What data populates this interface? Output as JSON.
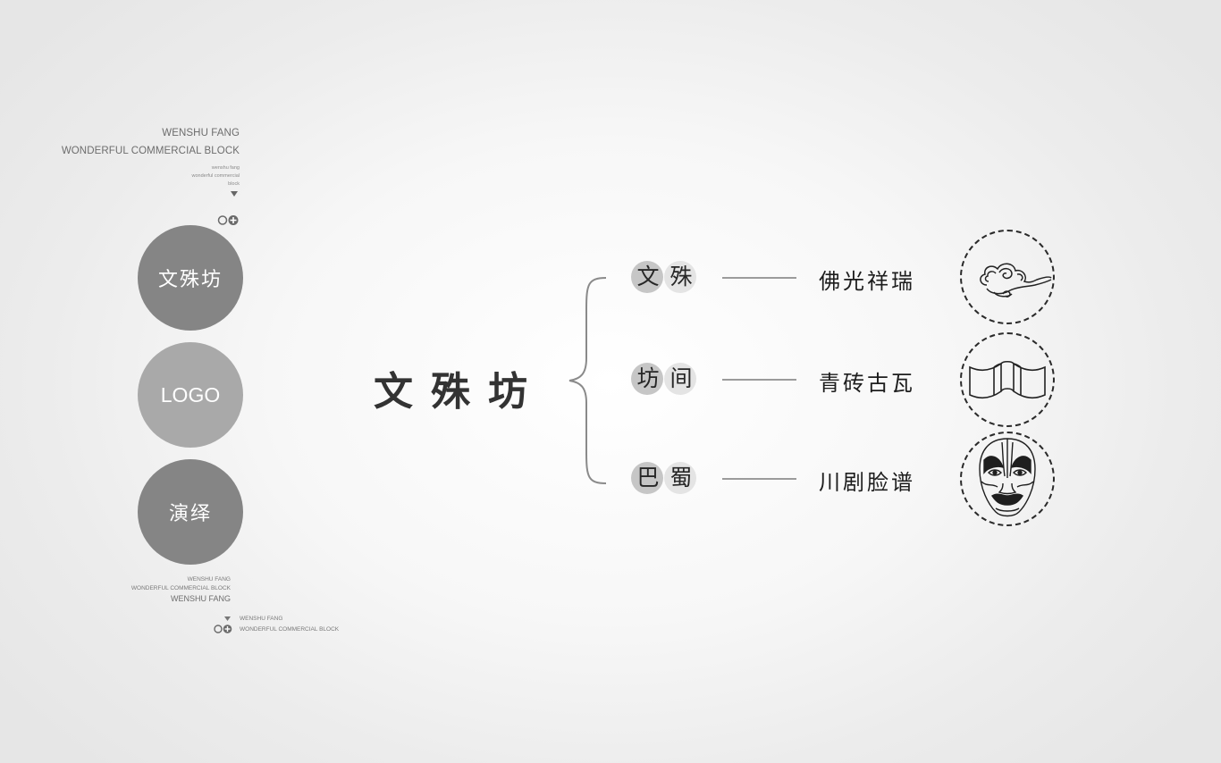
{
  "header": {
    "line1": "WENSHU FANG",
    "line2": "WONDERFUL COMMERCIAL BLOCK",
    "small": [
      "wenshu fang",
      "wonderful commercial",
      "block"
    ]
  },
  "circles": [
    {
      "label": "文殊坊",
      "color": "#858585"
    },
    {
      "label": "LOGO",
      "color": "#a9a9a9"
    },
    {
      "label": "演绎",
      "color": "#858585"
    }
  ],
  "footer": {
    "small1": "WENSHU FANG",
    "small2": "WONDERFUL COMMERCIAL BLOCK",
    "line": "WENSHU FANG",
    "bottom1": "WENSHU FANG",
    "bottom2": "WONDERFUL COMMERCIAL BLOCK"
  },
  "main_title": "文殊坊",
  "rows": [
    {
      "chars": [
        "文",
        "殊"
      ],
      "phrase": "佛光祥瑞",
      "icon": "auspicious-cloud-icon"
    },
    {
      "chars": [
        "坊",
        "间"
      ],
      "phrase": "青砖古瓦",
      "icon": "roof-tile-icon"
    },
    {
      "chars": [
        "巴",
        "蜀"
      ],
      "phrase": "川剧脸谱",
      "icon": "opera-mask-icon"
    }
  ]
}
